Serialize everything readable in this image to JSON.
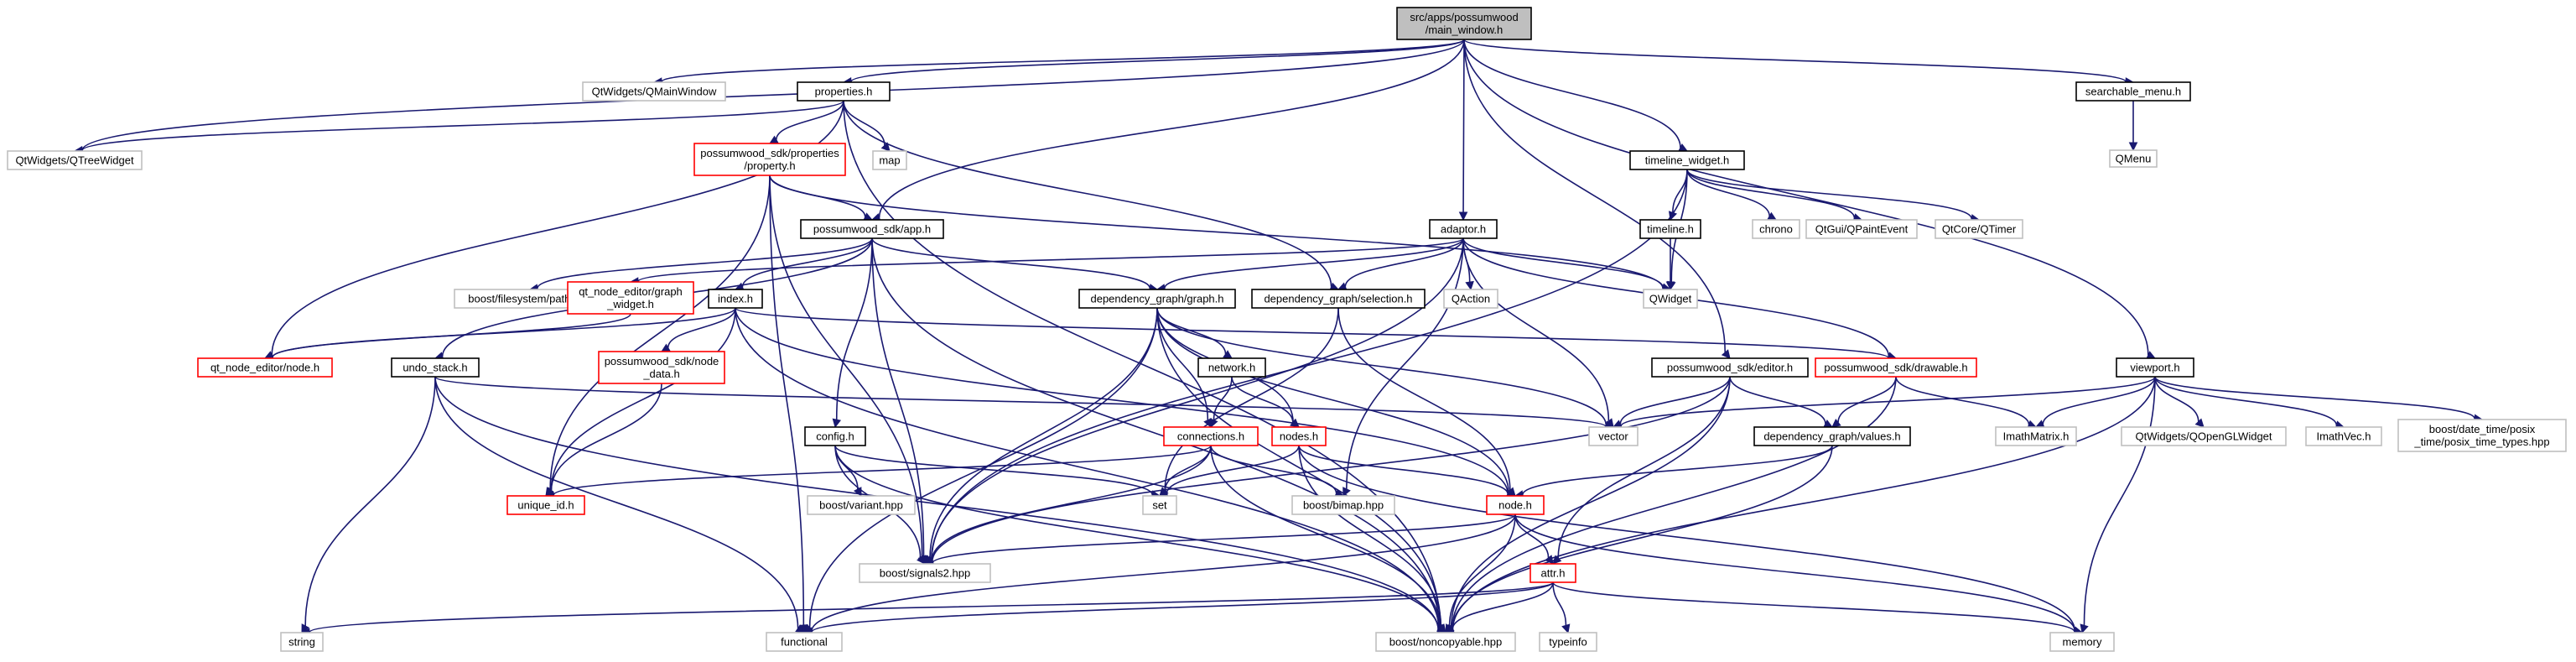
{
  "colors": {
    "edge": "#191970",
    "focus_fill": "#bfbfbf",
    "project_border": "#000000",
    "missing_border": "#ff0000",
    "system_border": "#bfbfbf"
  },
  "nodes": {
    "main_window": {
      "lines": [
        "src/apps/possumwood",
        "/main_window.h"
      ],
      "kind": "focus"
    },
    "qmainwindow": {
      "lines": [
        "QtWidgets/QMainWindow"
      ],
      "kind": "system"
    },
    "properties": {
      "lines": [
        "properties.h"
      ],
      "kind": "project"
    },
    "searchable_menu": {
      "lines": [
        "searchable_menu.h"
      ],
      "kind": "project"
    },
    "qmenu": {
      "lines": [
        "QMenu"
      ],
      "kind": "system"
    },
    "qtreewidget": {
      "lines": [
        "QtWidgets/QTreeWidget"
      ],
      "kind": "system"
    },
    "map": {
      "lines": [
        "map"
      ],
      "kind": "system"
    },
    "property": {
      "lines": [
        "possumwood_sdk/properties",
        "/property.h"
      ],
      "kind": "missing"
    },
    "timeline_widget": {
      "lines": [
        "timeline_widget.h"
      ],
      "kind": "project"
    },
    "app": {
      "lines": [
        "possumwood_sdk/app.h"
      ],
      "kind": "project"
    },
    "adaptor": {
      "lines": [
        "adaptor.h"
      ],
      "kind": "project"
    },
    "timeline": {
      "lines": [
        "timeline.h"
      ],
      "kind": "project"
    },
    "chrono": {
      "lines": [
        "chrono"
      ],
      "kind": "system"
    },
    "qpaintevent": {
      "lines": [
        "QtGui/QPaintEvent"
      ],
      "kind": "system"
    },
    "qtimer": {
      "lines": [
        "QtCore/QTimer"
      ],
      "kind": "system"
    },
    "fs_path": {
      "lines": [
        "boost/filesystem/path.hpp"
      ],
      "kind": "system"
    },
    "graph_widget": {
      "lines": [
        "qt_node_editor/graph",
        "_widget.h"
      ],
      "kind": "missing"
    },
    "index": {
      "lines": [
        "index.h"
      ],
      "kind": "project"
    },
    "dg_graph": {
      "lines": [
        "dependency_graph/graph.h"
      ],
      "kind": "project"
    },
    "dg_selection": {
      "lines": [
        "dependency_graph/selection.h"
      ],
      "kind": "project"
    },
    "qaction": {
      "lines": [
        "QAction"
      ],
      "kind": "system"
    },
    "qwidget": {
      "lines": [
        "QWidget"
      ],
      "kind": "system"
    },
    "qne_node": {
      "lines": [
        "qt_node_editor/node.h"
      ],
      "kind": "missing"
    },
    "undo_stack": {
      "lines": [
        "undo_stack.h"
      ],
      "kind": "project"
    },
    "node_data": {
      "lines": [
        "possumwood_sdk/node",
        "_data.h"
      ],
      "kind": "missing"
    },
    "network": {
      "lines": [
        "network.h"
      ],
      "kind": "project"
    },
    "editor": {
      "lines": [
        "possumwood_sdk/editor.h"
      ],
      "kind": "project"
    },
    "drawable": {
      "lines": [
        "possumwood_sdk/drawable.h"
      ],
      "kind": "missing"
    },
    "viewport": {
      "lines": [
        "viewport.h"
      ],
      "kind": "project"
    },
    "vector": {
      "lines": [
        "vector"
      ],
      "kind": "system"
    },
    "config": {
      "lines": [
        "config.h"
      ],
      "kind": "project"
    },
    "connections": {
      "lines": [
        "connections.h"
      ],
      "kind": "missing"
    },
    "nodes": {
      "lines": [
        "nodes.h"
      ],
      "kind": "missing"
    },
    "values": {
      "lines": [
        "dependency_graph/values.h"
      ],
      "kind": "project"
    },
    "imathmatrix": {
      "lines": [
        "ImathMatrix.h"
      ],
      "kind": "system"
    },
    "qopenglwidget": {
      "lines": [
        "QtWidgets/QOpenGLWidget"
      ],
      "kind": "system"
    },
    "imathvec": {
      "lines": [
        "ImathVec.h"
      ],
      "kind": "system"
    },
    "posix_time": {
      "lines": [
        "boost/date_time/posix",
        "_time/posix_time_types.hpp"
      ],
      "kind": "system"
    },
    "unique_id": {
      "lines": [
        "unique_id.h"
      ],
      "kind": "missing"
    },
    "variant": {
      "lines": [
        "boost/variant.hpp"
      ],
      "kind": "system"
    },
    "set": {
      "lines": [
        "set"
      ],
      "kind": "system"
    },
    "bimap": {
      "lines": [
        "boost/bimap.hpp"
      ],
      "kind": "system"
    },
    "dg_node": {
      "lines": [
        "node.h"
      ],
      "kind": "missing"
    },
    "signals2": {
      "lines": [
        "boost/signals2.hpp"
      ],
      "kind": "system"
    },
    "attr": {
      "lines": [
        "attr.h"
      ],
      "kind": "missing"
    },
    "string": {
      "lines": [
        "string"
      ],
      "kind": "system"
    },
    "functional": {
      "lines": [
        "functional"
      ],
      "kind": "system"
    },
    "noncopyable": {
      "lines": [
        "boost/noncopyable.hpp"
      ],
      "kind": "system"
    },
    "typeinfo": {
      "lines": [
        "typeinfo"
      ],
      "kind": "system"
    },
    "memory": {
      "lines": [
        "memory"
      ],
      "kind": "system"
    }
  },
  "edges": [
    [
      "main_window",
      "qmainwindow"
    ],
    [
      "main_window",
      "properties"
    ],
    [
      "main_window",
      "searchable_menu"
    ],
    [
      "main_window",
      "qtreewidget"
    ],
    [
      "main_window",
      "app"
    ],
    [
      "main_window",
      "adaptor"
    ],
    [
      "main_window",
      "timeline_widget"
    ],
    [
      "main_window",
      "editor"
    ],
    [
      "main_window",
      "viewport"
    ],
    [
      "searchable_menu",
      "qmenu"
    ],
    [
      "properties",
      "qtreewidget"
    ],
    [
      "properties",
      "map"
    ],
    [
      "properties",
      "property"
    ],
    [
      "properties",
      "dg_selection"
    ],
    [
      "properties",
      "noncopyable"
    ],
    [
      "properties",
      "qne_node"
    ],
    [
      "property",
      "app"
    ],
    [
      "property",
      "qwidget"
    ],
    [
      "property",
      "unique_id"
    ],
    [
      "property",
      "signals2"
    ],
    [
      "property",
      "functional"
    ],
    [
      "timeline_widget",
      "timeline"
    ],
    [
      "timeline_widget",
      "chrono"
    ],
    [
      "timeline_widget",
      "qpaintevent"
    ],
    [
      "timeline_widget",
      "qtimer"
    ],
    [
      "timeline_widget",
      "qwidget"
    ],
    [
      "timeline_widget",
      "signals2"
    ],
    [
      "timeline",
      "qwidget"
    ],
    [
      "app",
      "fs_path"
    ],
    [
      "app",
      "index"
    ],
    [
      "app",
      "dg_graph"
    ],
    [
      "app",
      "config"
    ],
    [
      "app",
      "undo_stack"
    ],
    [
      "app",
      "signals2"
    ],
    [
      "app",
      "noncopyable"
    ],
    [
      "adaptor",
      "graph_widget"
    ],
    [
      "adaptor",
      "dg_graph"
    ],
    [
      "adaptor",
      "dg_selection"
    ],
    [
      "adaptor",
      "qaction"
    ],
    [
      "adaptor",
      "qwidget"
    ],
    [
      "adaptor",
      "vector"
    ],
    [
      "adaptor",
      "signals2"
    ],
    [
      "adaptor",
      "drawable"
    ],
    [
      "adaptor",
      "bimap"
    ],
    [
      "graph_widget",
      "qne_node"
    ],
    [
      "index",
      "qne_node"
    ],
    [
      "index",
      "node_data"
    ],
    [
      "index",
      "unique_id"
    ],
    [
      "index",
      "dg_node"
    ],
    [
      "index",
      "drawable"
    ],
    [
      "index",
      "noncopyable"
    ],
    [
      "node_data",
      "unique_id"
    ],
    [
      "dg_graph",
      "network"
    ],
    [
      "dg_graph",
      "connections"
    ],
    [
      "dg_graph",
      "nodes"
    ],
    [
      "dg_graph",
      "dg_node"
    ],
    [
      "dg_graph",
      "signals2"
    ],
    [
      "dg_graph",
      "vector"
    ],
    [
      "dg_graph",
      "noncopyable"
    ],
    [
      "dg_graph",
      "functional"
    ],
    [
      "dg_selection",
      "dg_node"
    ],
    [
      "dg_selection",
      "set"
    ],
    [
      "network",
      "connections"
    ],
    [
      "network",
      "nodes"
    ],
    [
      "editor",
      "vector"
    ],
    [
      "editor",
      "values"
    ],
    [
      "editor",
      "attr"
    ],
    [
      "editor",
      "signals2"
    ],
    [
      "editor",
      "noncopyable"
    ],
    [
      "drawable",
      "values"
    ],
    [
      "drawable",
      "imathmatrix"
    ],
    [
      "drawable",
      "noncopyable"
    ],
    [
      "viewport",
      "vector"
    ],
    [
      "viewport",
      "imathmatrix"
    ],
    [
      "viewport",
      "qopenglwidget"
    ],
    [
      "viewport",
      "imathvec"
    ],
    [
      "viewport",
      "posix_time"
    ],
    [
      "viewport",
      "memory"
    ],
    [
      "viewport",
      "noncopyable"
    ],
    [
      "values",
      "dg_node"
    ],
    [
      "values",
      "noncopyable"
    ],
    [
      "undo_stack",
      "vector"
    ],
    [
      "undo_stack",
      "string"
    ],
    [
      "undo_stack",
      "functional"
    ],
    [
      "undo_stack",
      "noncopyable"
    ],
    [
      "config",
      "set"
    ],
    [
      "config",
      "variant"
    ],
    [
      "config",
      "signals2"
    ],
    [
      "config",
      "noncopyable"
    ],
    [
      "connections",
      "unique_id"
    ],
    [
      "connections",
      "set"
    ],
    [
      "connections",
      "bimap"
    ],
    [
      "connections",
      "signals2"
    ],
    [
      "connections",
      "noncopyable"
    ],
    [
      "nodes",
      "set"
    ],
    [
      "nodes",
      "dg_node"
    ],
    [
      "nodes",
      "memory"
    ],
    [
      "nodes",
      "noncopyable"
    ],
    [
      "dg_node",
      "attr"
    ],
    [
      "dg_node",
      "signals2"
    ],
    [
      "dg_node",
      "functional"
    ],
    [
      "dg_node",
      "noncopyable"
    ],
    [
      "dg_node",
      "memory"
    ],
    [
      "attr",
      "string"
    ],
    [
      "attr",
      "typeinfo"
    ],
    [
      "attr",
      "functional"
    ],
    [
      "attr",
      "noncopyable"
    ],
    [
      "attr",
      "memory"
    ]
  ]
}
